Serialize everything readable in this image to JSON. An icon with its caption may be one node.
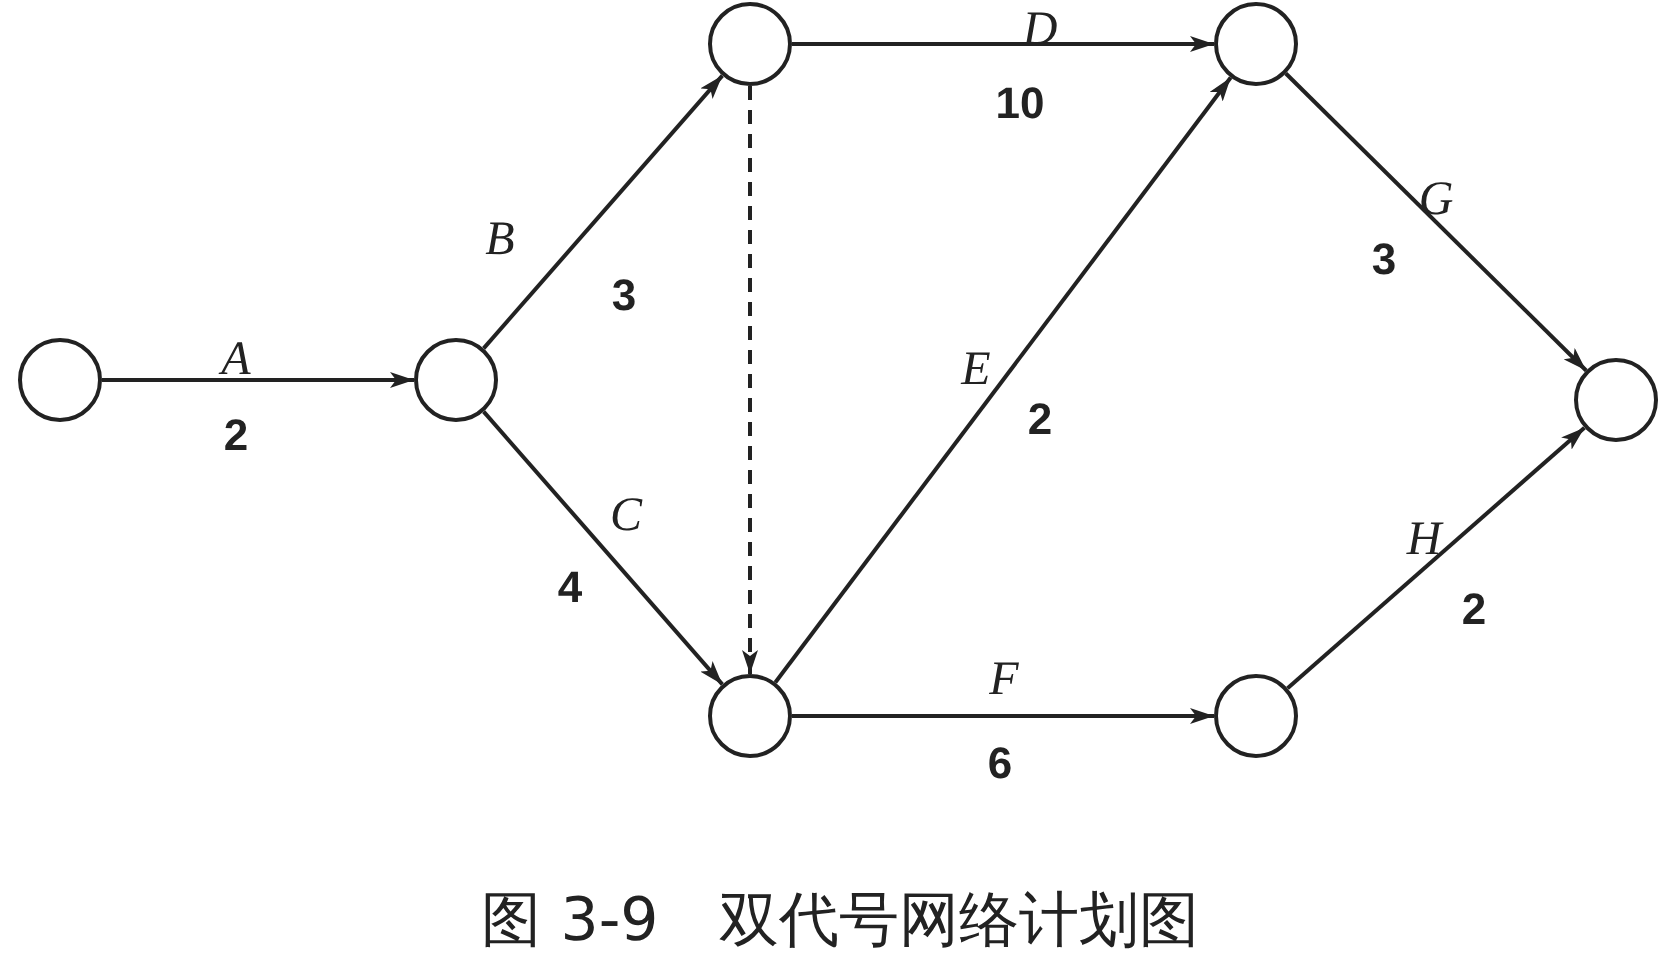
{
  "diagram": {
    "caption": "图 3-9　双代号网络计划图",
    "nodes": [
      {
        "text": [],
        "shape": "circle"
      },
      {
        "text": [],
        "shape": "circle"
      },
      {
        "text": [],
        "shape": "circle"
      },
      {
        "text": [],
        "shape": "circle"
      },
      {
        "text": [],
        "shape": "circle"
      },
      {
        "text": [],
        "shape": "circle"
      },
      {
        "text": [],
        "shape": "circle"
      }
    ],
    "edges": [
      {
        "from": 0,
        "to": 1,
        "arrow": "to",
        "label": "A"
      },
      {
        "from": 1,
        "to": 2,
        "arrow": "to",
        "label": "B"
      },
      {
        "from": 1,
        "to": 3,
        "arrow": "to",
        "label": "C"
      },
      {
        "from": 2,
        "to": 3,
        "arrow": "to",
        "style": "dashed"
      },
      {
        "from": 2,
        "to": 4,
        "arrow": "to",
        "label": "D"
      },
      {
        "from": 3,
        "to": 4,
        "arrow": "to",
        "label": "E"
      },
      {
        "from": 3,
        "to": 5,
        "arrow": "to",
        "label": "F"
      },
      {
        "from": 4,
        "to": 6,
        "arrow": "to",
        "label": "G"
      },
      {
        "from": 5,
        "to": 6,
        "arrow": "to",
        "label": "H"
      }
    ],
    "labels": [
      "2",
      "3",
      "4",
      "10",
      "2",
      "6",
      "3",
      "2"
    ]
  }
}
